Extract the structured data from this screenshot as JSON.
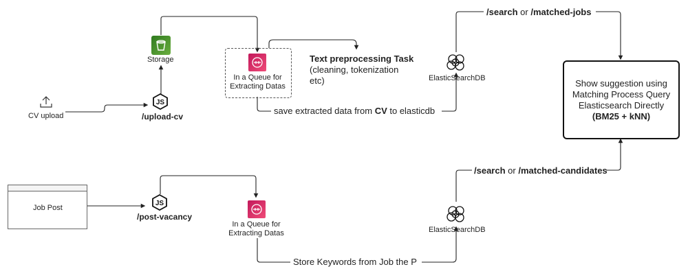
{
  "nodes": {
    "storage_label": "Storage",
    "queue1_label_line1": "In a Queue for",
    "queue1_label_line2": "Extracting Datas",
    "queue2_label_line1": "In a Queue for",
    "queue2_label_line2": "Extracting Datas",
    "cv_upload_label": "CV upload",
    "upload_cv_label": "/upload-cv",
    "post_vacancy_label": "/post-vacancy",
    "job_post_label": "Job Post",
    "es1_label": "ElasticSearchDB",
    "es2_label": "ElasticSearchDB"
  },
  "text_task": {
    "title": "Text preprocessing Task",
    "line1": "(cleaning, tokenization",
    "line2": "etc)"
  },
  "edges": {
    "save_extracted_pre": "save extracted data from ",
    "save_extracted_bold": "CV",
    "save_extracted_post": " to elasticdb",
    "search1_a": "/search",
    "search1_or": " or ",
    "search1_b": "/matched-jobs",
    "search2_a": "/search",
    "search2_or": " or ",
    "search2_b": "/matched-candidates",
    "store_keywords": "Store Keywords from Job the P"
  },
  "result": {
    "line1": "Show suggestion using",
    "line2": "Matching Process Query",
    "line3": "Elasticsearch Directly",
    "line4": "(BM25 + kNN)"
  },
  "icons": {
    "upload": "upload-icon",
    "nodejs": "nodejs-icon",
    "s3": "s3-bucket-icon",
    "sqs": "queue-icon",
    "elasticsearch": "elasticsearch-icon"
  }
}
